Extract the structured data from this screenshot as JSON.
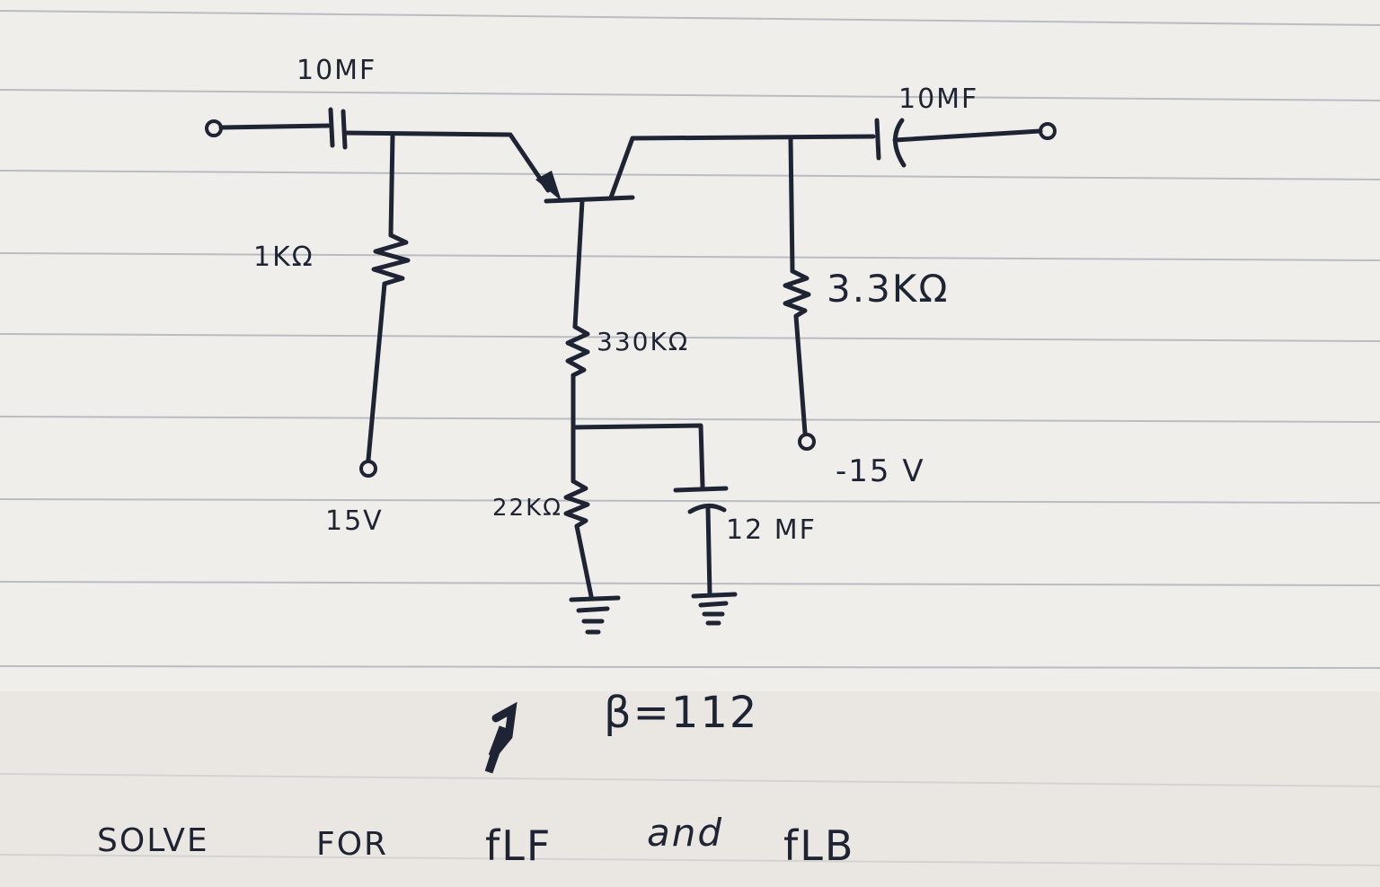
{
  "components": {
    "input_cap": "10MF",
    "output_cap": "10MF",
    "r_base": "1KΩ",
    "r_collector": "3.3KΩ",
    "r_series": "330KΩ",
    "r_emitter": "22KΩ",
    "bypass_cap": "12 MF",
    "supply_pos": "15V",
    "supply_neg": "-15 V"
  },
  "beta": "β=112",
  "task": {
    "word1": "SOLVE",
    "word2": "FOR",
    "word3": "fLF",
    "word4": "and",
    "word5": "fLB"
  },
  "colors": {
    "ink": "#1e2433",
    "paper": "#efeeea",
    "rule": "#b9bcc2"
  }
}
